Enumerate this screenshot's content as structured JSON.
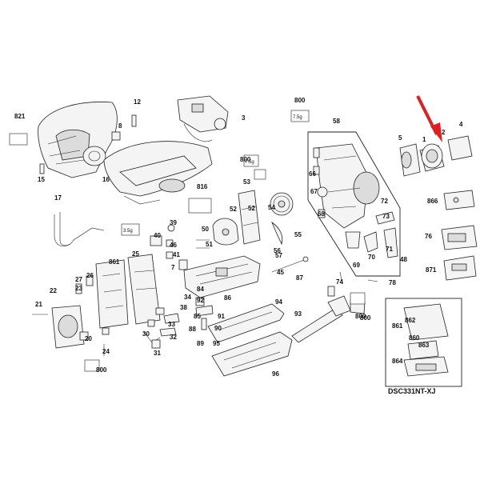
{
  "diagram": {
    "model": "DSC331NT-XJ",
    "grease_label": "7.5g",
    "grease_label_small": "3.5g",
    "accent_color": "#e02020",
    "labels": [
      "821",
      "12",
      "8",
      "3",
      "800",
      "58",
      "1",
      "2",
      "4",
      "5",
      "15",
      "16",
      "17",
      "800",
      "816",
      "866",
      "53",
      "39",
      "40",
      "46",
      "41",
      "7",
      "50",
      "51",
      "52",
      "52",
      "54",
      "55",
      "56",
      "57",
      "800",
      "66",
      "67",
      "68",
      "69",
      "70",
      "72",
      "73",
      "71",
      "48",
      "76",
      "871",
      "861",
      "25",
      "26",
      "27",
      "23",
      "22",
      "21",
      "20",
      "24",
      "30",
      "31",
      "32",
      "33",
      "34",
      "38",
      "45",
      "87",
      "86",
      "85",
      "84",
      "88",
      "89",
      "91",
      "92",
      "90",
      "93",
      "94",
      "95",
      "96",
      "74",
      "78",
      "800",
      "861",
      "862",
      "860",
      "863",
      "864",
      "800"
    ]
  }
}
